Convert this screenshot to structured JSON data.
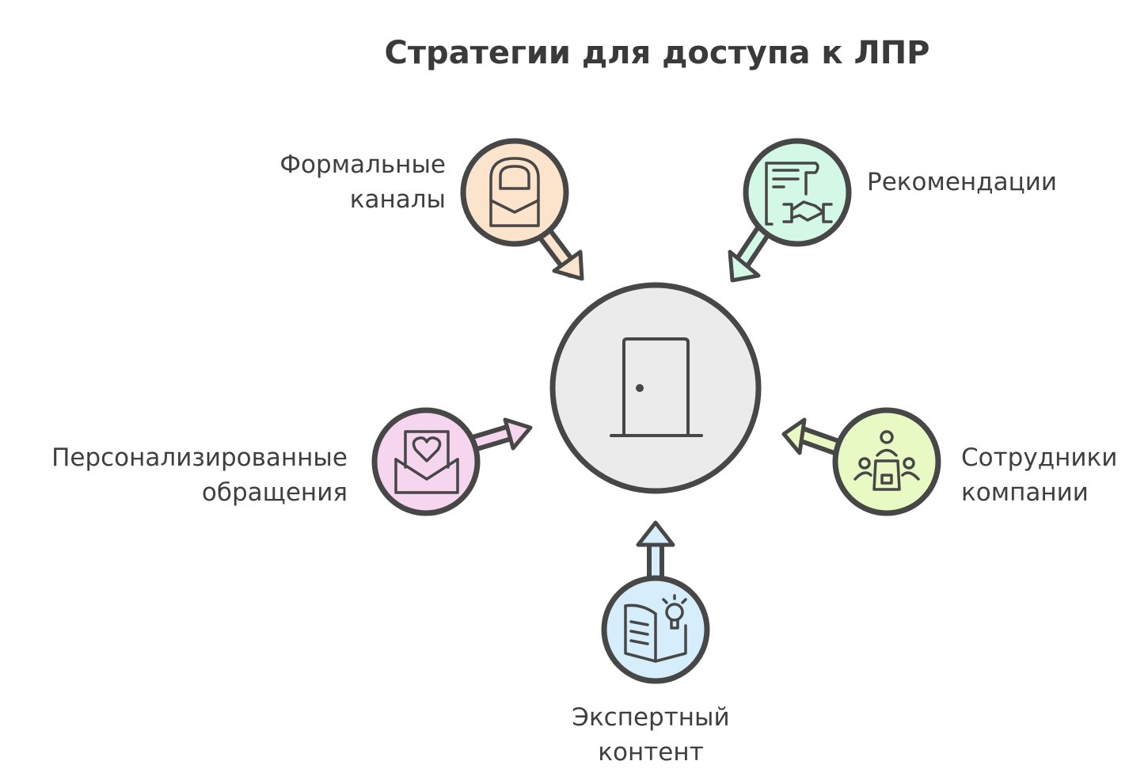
{
  "title": "Стратегии для доступа к ЛПР",
  "center": {
    "icon": "door-icon"
  },
  "nodes": [
    {
      "id": "formal",
      "line1": "Формальные",
      "line2": "каналы",
      "color": "#fbe3cc",
      "icon": "envelope-lock-icon"
    },
    {
      "id": "recommendations",
      "line1": "Рекомендации",
      "color": "#d3f8e6",
      "icon": "document-handshake-icon"
    },
    {
      "id": "personal",
      "line1": "Персонализированные",
      "line2": "обращения",
      "color": "#f6d5ef",
      "icon": "heart-envelope-icon"
    },
    {
      "id": "employees",
      "line1": "Сотрудники",
      "line2": "компании",
      "color": "#e8f9c4",
      "icon": "meeting-people-icon"
    },
    {
      "id": "expert",
      "line1": "Экспертный",
      "line2": "контент",
      "color": "#d6eefb",
      "icon": "book-lightbulb-icon"
    }
  ]
}
